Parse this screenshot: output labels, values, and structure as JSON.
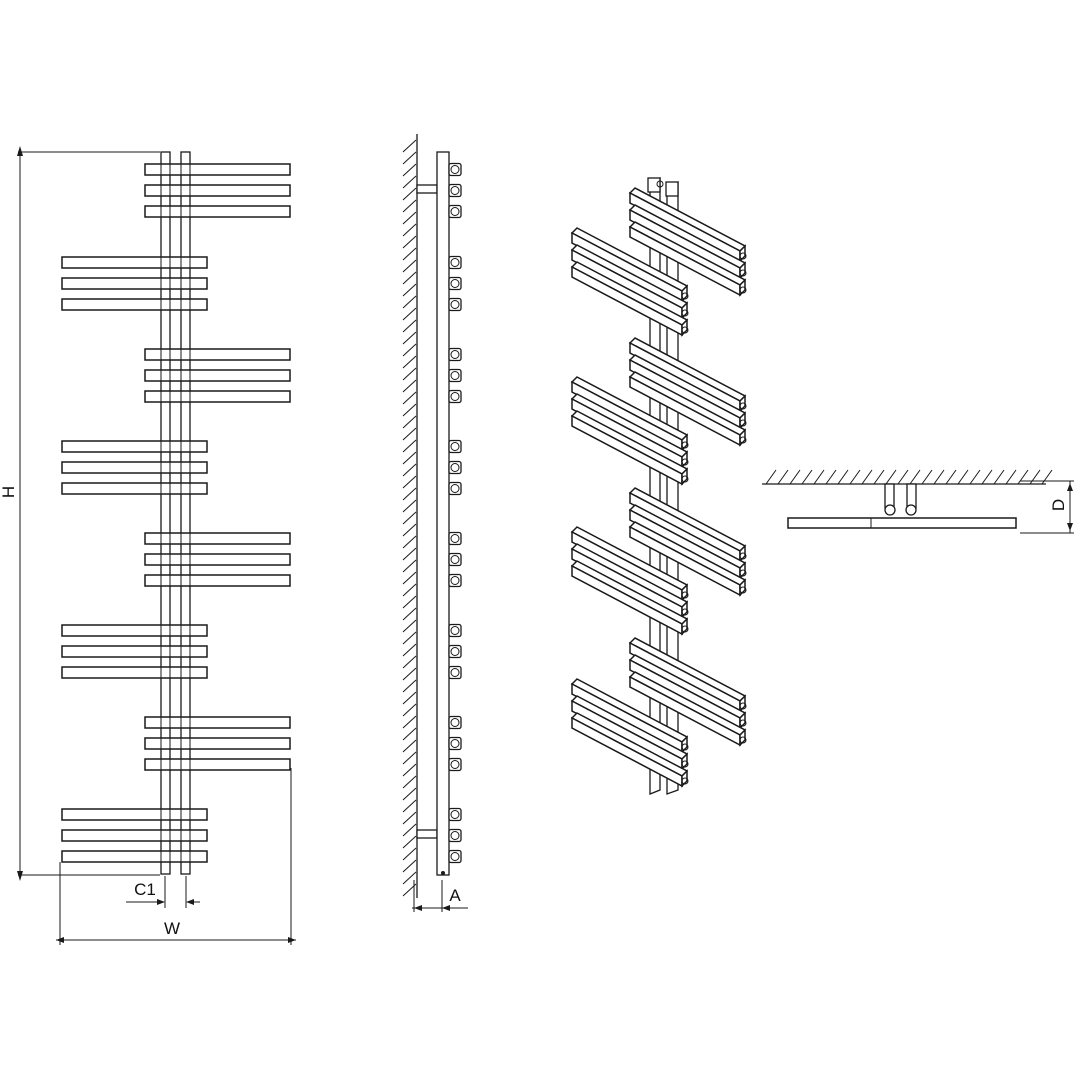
{
  "dimension_labels": {
    "height": "H",
    "width": "W",
    "centre_distance": "C1",
    "wall_distance": "A",
    "depth": "D"
  },
  "colors": {
    "line": "#1a1a1a",
    "background": "#ffffff"
  }
}
